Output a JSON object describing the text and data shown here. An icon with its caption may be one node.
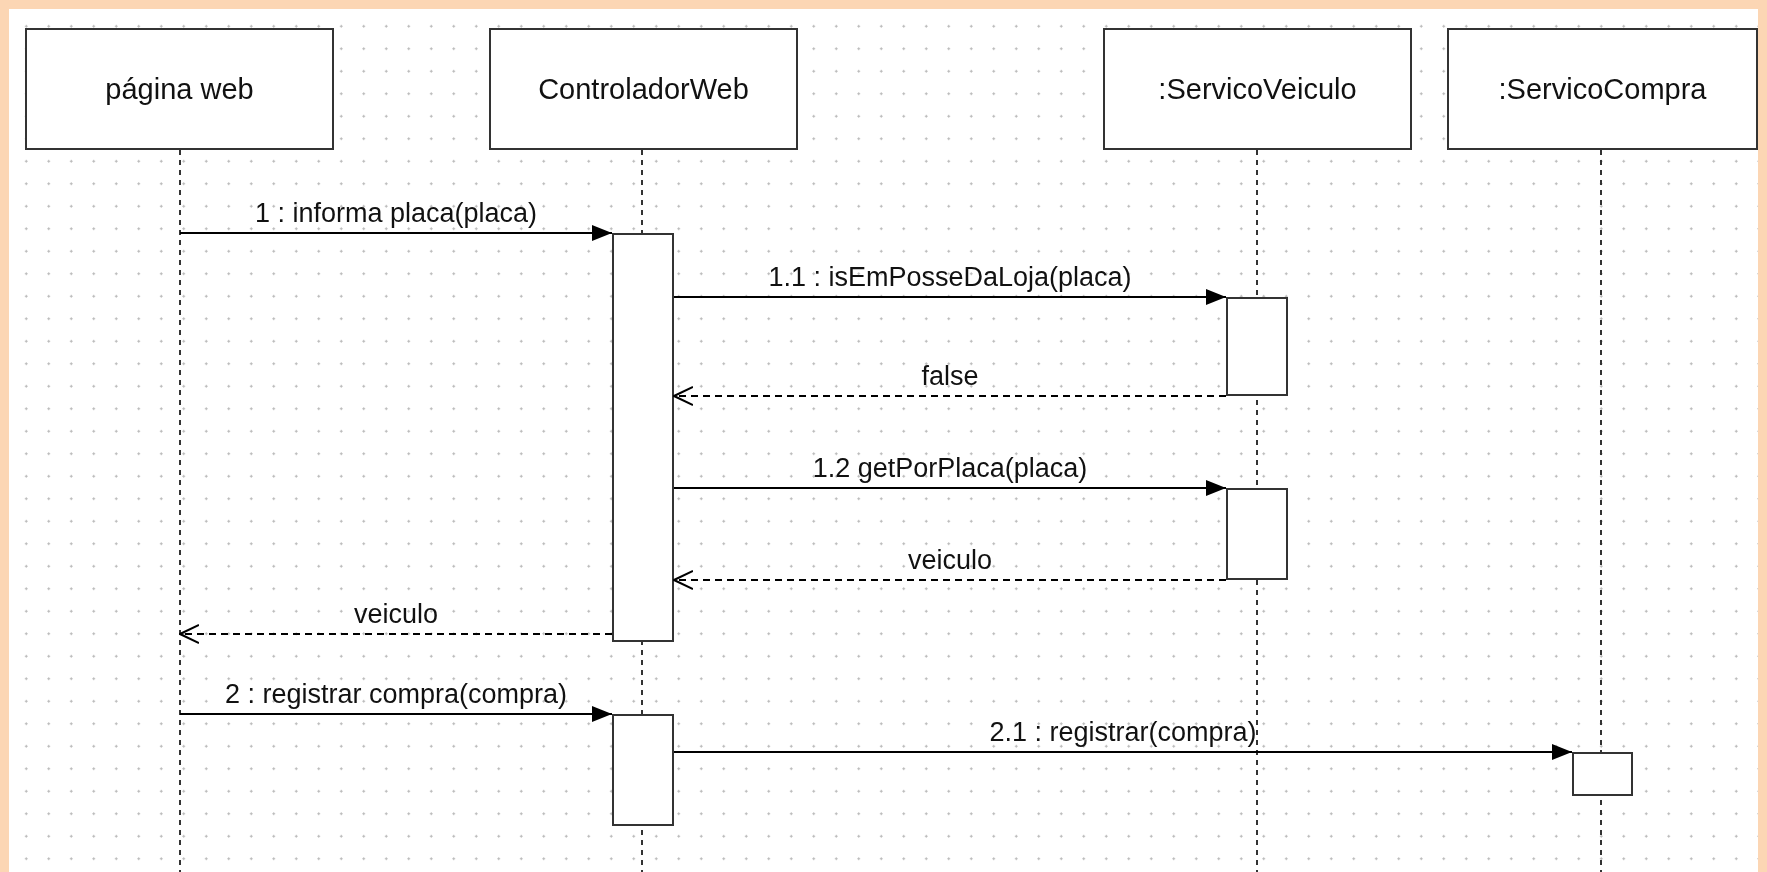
{
  "diagram": {
    "nodes": [
      {
        "text": [
          "página web"
        ]
      },
      {
        "text": [
          "ControladorWeb"
        ]
      },
      {
        "text": [
          ":ServicoVeiculo"
        ]
      },
      {
        "text": [
          ":ServicoCompra"
        ]
      },
      {
        "text": [],
        "shape": "box"
      },
      {
        "text": [],
        "shape": "box"
      },
      {
        "text": [],
        "shape": "box"
      },
      {
        "text": [],
        "shape": "box"
      },
      {
        "text": [],
        "shape": "box"
      }
    ],
    "edges": [
      {
        "from": null,
        "to": 4,
        "arrow": "to",
        "label": "1 : informa placa(placa)"
      },
      {
        "from": 4,
        "to": 5,
        "arrow": "to",
        "label": "1.1 : isEmPosseDaLoja(placa)"
      },
      {
        "from": 5,
        "to": 4,
        "arrow": "to",
        "label": "false",
        "style": "dashed"
      },
      {
        "from": 4,
        "to": 6,
        "arrow": "to",
        "label": "1.2 getPorPlaca(placa)"
      },
      {
        "from": 6,
        "to": 4,
        "arrow": "to",
        "label": "veiculo",
        "style": "dashed"
      },
      {
        "from": 4,
        "to": null,
        "arrow": "to",
        "label": "veiculo",
        "style": "dashed"
      },
      {
        "from": null,
        "to": 7,
        "arrow": "to",
        "label": "2 : registrar compra(compra)"
      },
      {
        "from": 7,
        "to": 8,
        "arrow": "to",
        "label": "2.1 : registrar(compra)"
      }
    ]
  }
}
